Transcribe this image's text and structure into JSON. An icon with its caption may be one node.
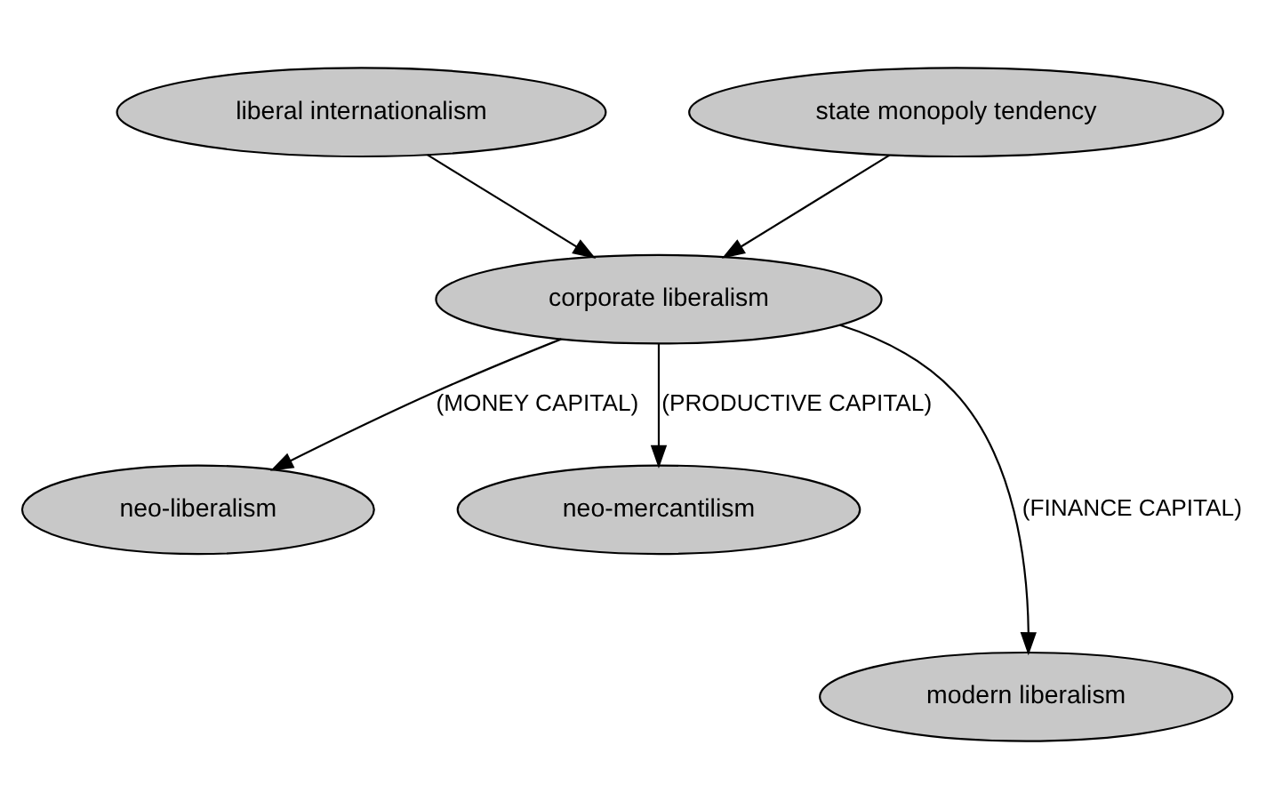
{
  "diagram": {
    "nodes": [
      {
        "text": [
          "liberal internationalism"
        ]
      },
      {
        "text": [
          "state monopoly tendency"
        ]
      },
      {
        "text": [
          "corporate liberalism"
        ]
      },
      {
        "text": [
          "neo-liberalism"
        ]
      },
      {
        "text": [
          "neo-mercantilism"
        ]
      },
      {
        "text": [
          "modern liberalism"
        ]
      }
    ],
    "edges": [
      {
        "from": 0,
        "to": 2,
        "arrow": "to"
      },
      {
        "from": 1,
        "to": 2,
        "arrow": "to"
      },
      {
        "from": 2,
        "to": 3,
        "label": "(MONEY CAPITAL)",
        "arrow": "to"
      },
      {
        "from": 2,
        "to": 5,
        "label": "(FINANCE CAPITAL)",
        "arrow": "to"
      },
      {
        "from": 2,
        "to": 4,
        "label": "(PRODUCTIVE CAPITAL)",
        "arrow": "to"
      }
    ]
  }
}
